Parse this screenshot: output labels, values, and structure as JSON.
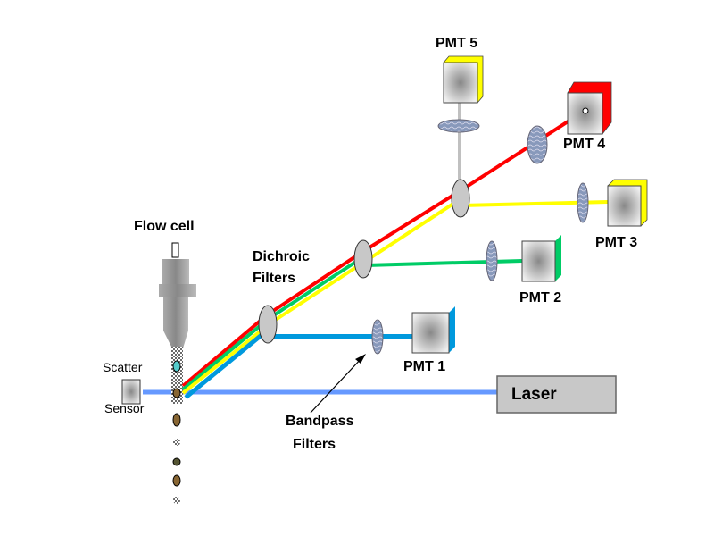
{
  "labels": {
    "flow_cell": "Flow cell",
    "dichroic_1": "Dichroic",
    "dichroic_2": "Filters",
    "bandpass_1": "Bandpass",
    "bandpass_2": "Filters",
    "scatter": "Scatter",
    "sensor": "Sensor",
    "laser": "Laser",
    "pmt1": "PMT 1",
    "pmt2": "PMT 2",
    "pmt3": "PMT 3",
    "pmt4": "PMT 4",
    "pmt5": "PMT 5"
  },
  "colors": {
    "laser_beam": "#6699ff",
    "red": "#ff0000",
    "green": "#00cc66",
    "yellow": "#ffff00",
    "blue": "#0099dd",
    "gray_path": "#c0c0c0",
    "filter": "#8899bb",
    "laser_box": "#c8c8c8"
  }
}
